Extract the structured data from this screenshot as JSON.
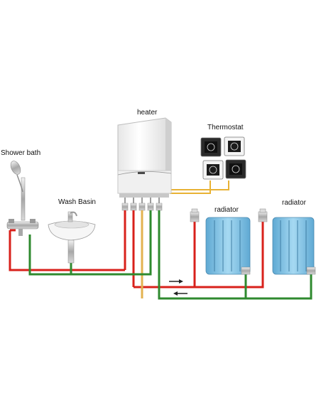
{
  "labels": {
    "heater": "heater",
    "thermostat": "Thermostat",
    "shower": "Shower bath",
    "basin": "Wash Basin",
    "radiator_1": "radiator",
    "radiator_2": "radiator"
  },
  "colors": {
    "hot_pipe": "#d8211b",
    "return_pipe": "#2f8a2f",
    "gas_pipe": "#e3b24f",
    "thermostat_wire": "#e8b234",
    "radiator_body": "#7fc3e6",
    "heater_body": "#f4f4f4"
  },
  "flow_arrows": [
    "right-arrow",
    "left-arrow"
  ]
}
